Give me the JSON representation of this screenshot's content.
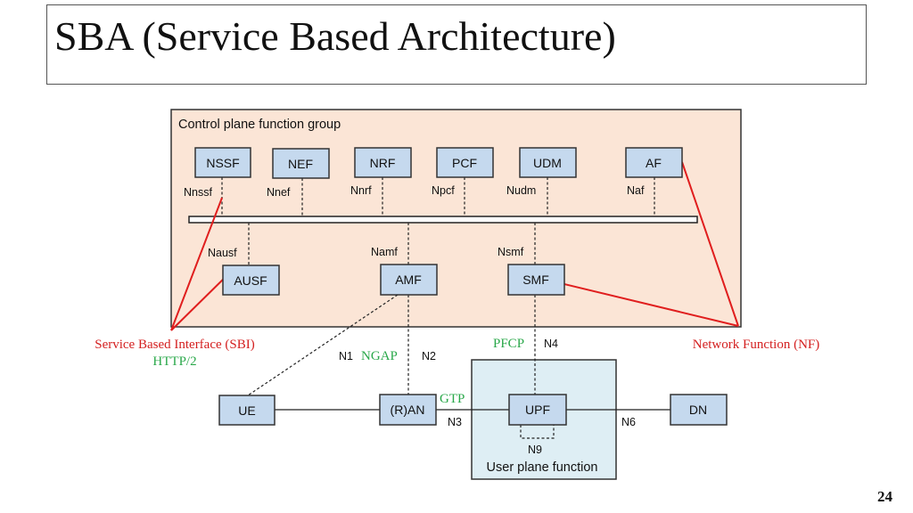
{
  "title": "SBA (Service Based Architecture)",
  "page_number": "24",
  "diagram": {
    "control_plane_label": "Control plane function group",
    "user_plane_label": "User plane function",
    "nfs": {
      "nssf": "NSSF",
      "nef": "NEF",
      "nrf": "NRF",
      "pcf": "PCF",
      "udm": "UDM",
      "af": "AF",
      "ausf": "AUSF",
      "amf": "AMF",
      "smf": "SMF",
      "ue": "UE",
      "ran": "(R)AN",
      "upf": "UPF",
      "dn": "DN"
    },
    "interfaces": {
      "nnssf": "Nnssf",
      "nnef": "Nnef",
      "nnrf": "Nnrf",
      "npcf": "Npcf",
      "nudm": "Nudm",
      "naf": "Naf",
      "nausf": "Nausf",
      "namf": "Namf",
      "nsmf": "Nsmf",
      "n1": "N1",
      "n2": "N2",
      "n3": "N3",
      "n4": "N4",
      "n6": "N6",
      "n9": "N9"
    },
    "protocols": {
      "ngap": "NGAP",
      "gtp": "GTP",
      "pfcp": "PFCP",
      "http2": "HTTP/2"
    },
    "annotations": {
      "sbi": "Service Based Interface (SBI)",
      "nf": "Network Function (NF)"
    },
    "colors": {
      "control_plane_bg": "#fbe5d6",
      "user_plane_bg": "#deeef4",
      "nf_box": "#c5d9ee",
      "annotation_red": "#d42020",
      "protocol_green": "#2aa84a"
    }
  }
}
